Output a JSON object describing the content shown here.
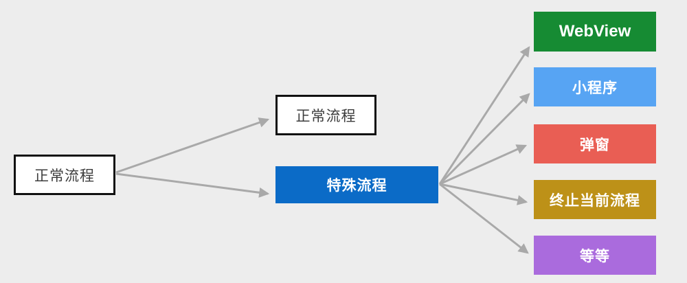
{
  "diagram": {
    "background_color": "#ededed",
    "arrow_color": "#a9a9a9",
    "root": {
      "label": "正常流程",
      "bg": "#ffffff",
      "border_color": "#111111",
      "text_color": "#3c3c3c"
    },
    "mid_top": {
      "label": "正常流程",
      "bg": "#ffffff",
      "border_color": "#111111",
      "text_color": "#3c3c3c"
    },
    "mid_bottom": {
      "label": "特殊流程",
      "bg": "#0b6bc7",
      "text_color": "#ffffff"
    },
    "targets": [
      {
        "label": "WebView",
        "bg": "#168b33",
        "text_color": "#ffffff"
      },
      {
        "label": "小程序",
        "bg": "#57a4f3",
        "text_color": "#ffffff"
      },
      {
        "label": "弹窗",
        "bg": "#e95e54",
        "text_color": "#ffffff"
      },
      {
        "label": "终止当前流程",
        "bg": "#bd9118",
        "text_color": "#ffffff"
      },
      {
        "label": "等等",
        "bg": "#aa6bdd",
        "text_color": "#ffffff"
      }
    ]
  }
}
